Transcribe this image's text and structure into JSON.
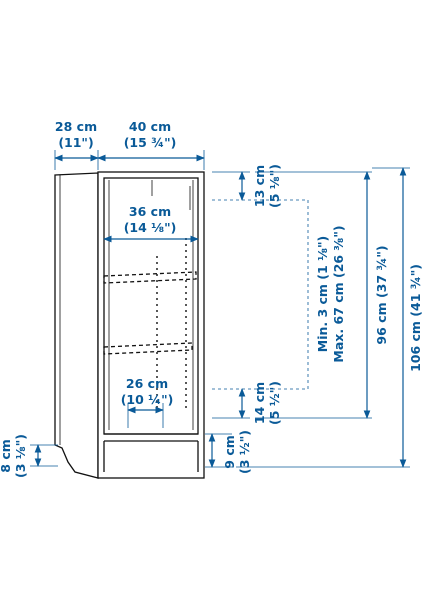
{
  "colors": {
    "dimension": "#0a5a98",
    "outline": "#111111"
  },
  "labels": {
    "depth_cm": "28 cm",
    "depth_in": "(11\")",
    "width_cm": "40 cm",
    "width_in": "(15 ¾\")",
    "inner_width_cm": "36 cm",
    "inner_width_in": "(14 ⅛\")",
    "inner_depth_cm": "26 cm",
    "inner_depth_in": "(10 ¼\")",
    "top_gap": "13 cm",
    "top_gap_in": "(5 ⅛\")",
    "shelf_range_min": "Min. 3 cm (1 ⅛\")",
    "shelf_range_max": "Max. 67 cm (26 ⅜\")",
    "bottom_gap": "14 cm",
    "bottom_gap_in": "(5 ½\")",
    "base_height": "9 cm",
    "base_height_in": "(3 ½\")",
    "plinth_height": "8 cm",
    "plinth_height_in": "(3 ⅛\")",
    "inner_height": "96 cm (37 ¾\")",
    "total_height": "106 cm (41 ¾\")"
  }
}
